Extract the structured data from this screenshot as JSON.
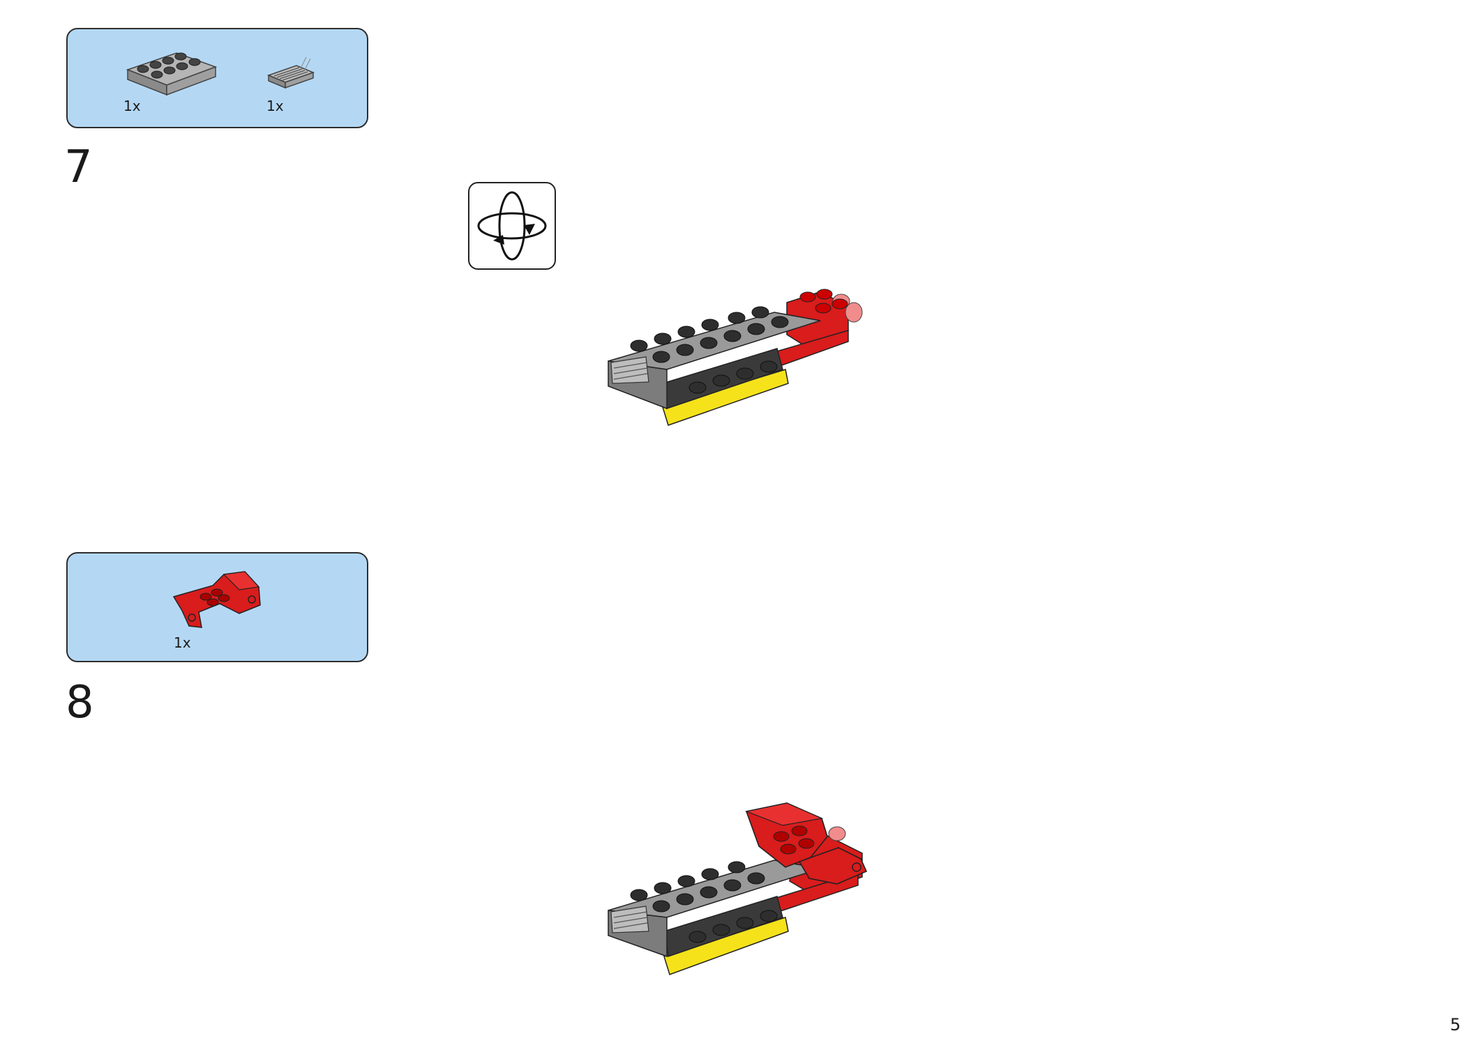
{
  "colors": {
    "panel": "#b4d8f4",
    "brick_light_gray": "#9a9a9a",
    "brick_dark": "#333333",
    "brick_red": "#d91c1c",
    "brick_yellow": "#f5e21a"
  },
  "steps": [
    {
      "number": "7",
      "parts": [
        {
          "icon": "gray-plate-2x4",
          "qty": "1x"
        },
        {
          "icon": "gray-tile-grille",
          "qty": "1x"
        }
      ],
      "rotate_icon": "rotate-model-icon"
    },
    {
      "number": "8",
      "parts": [
        {
          "icon": "red-windscreen-wedge",
          "qty": "1x"
        }
      ]
    }
  ],
  "page_number": "5"
}
